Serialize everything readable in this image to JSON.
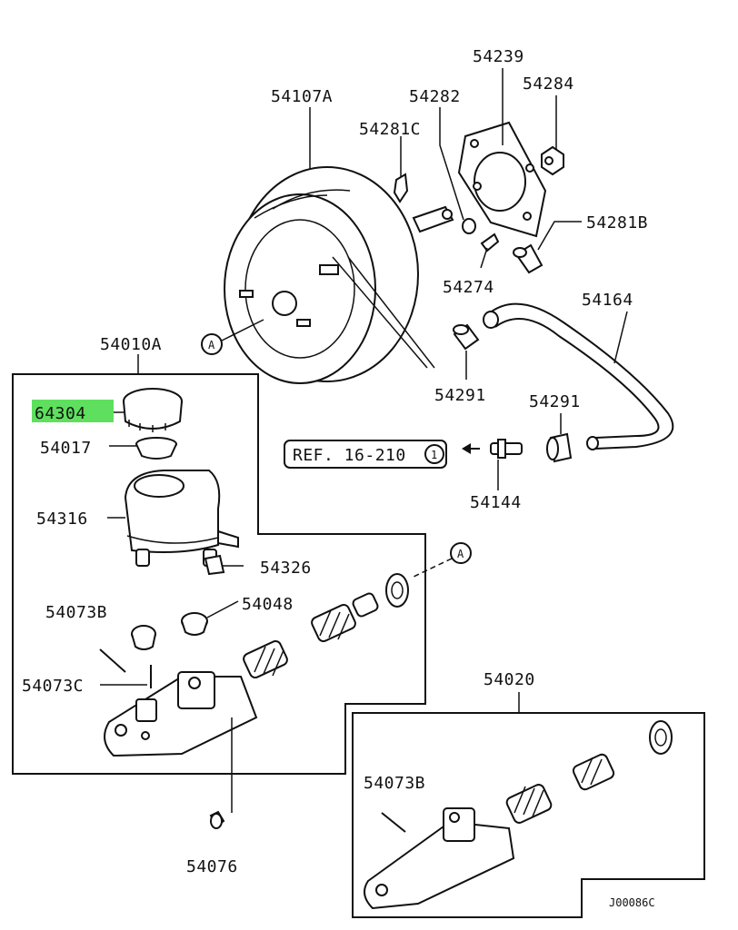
{
  "highlight_color": "#5ee05e",
  "labels": {
    "p54107A": "54107A",
    "p54282": "54282",
    "p54239": "54239",
    "p54284": "54284",
    "p54281C": "54281C",
    "p54281B": "54281B",
    "p54274": "54274",
    "p54164": "54164",
    "p54010A": "54010A",
    "p54291a": "54291",
    "p54291b": "54291",
    "p64304": "64304",
    "p54017": "54017",
    "p54316": "54316",
    "p54326": "54326",
    "p54144": "54144",
    "p54048": "54048",
    "p54073B": "54073B",
    "p54073C": "54073C",
    "p54020": "54020",
    "p54073B2": "54073B",
    "p54076": "54076"
  },
  "ref": {
    "text": "REF. 16-210",
    "index": "1"
  },
  "callout_a": "A",
  "code": "J00086C"
}
